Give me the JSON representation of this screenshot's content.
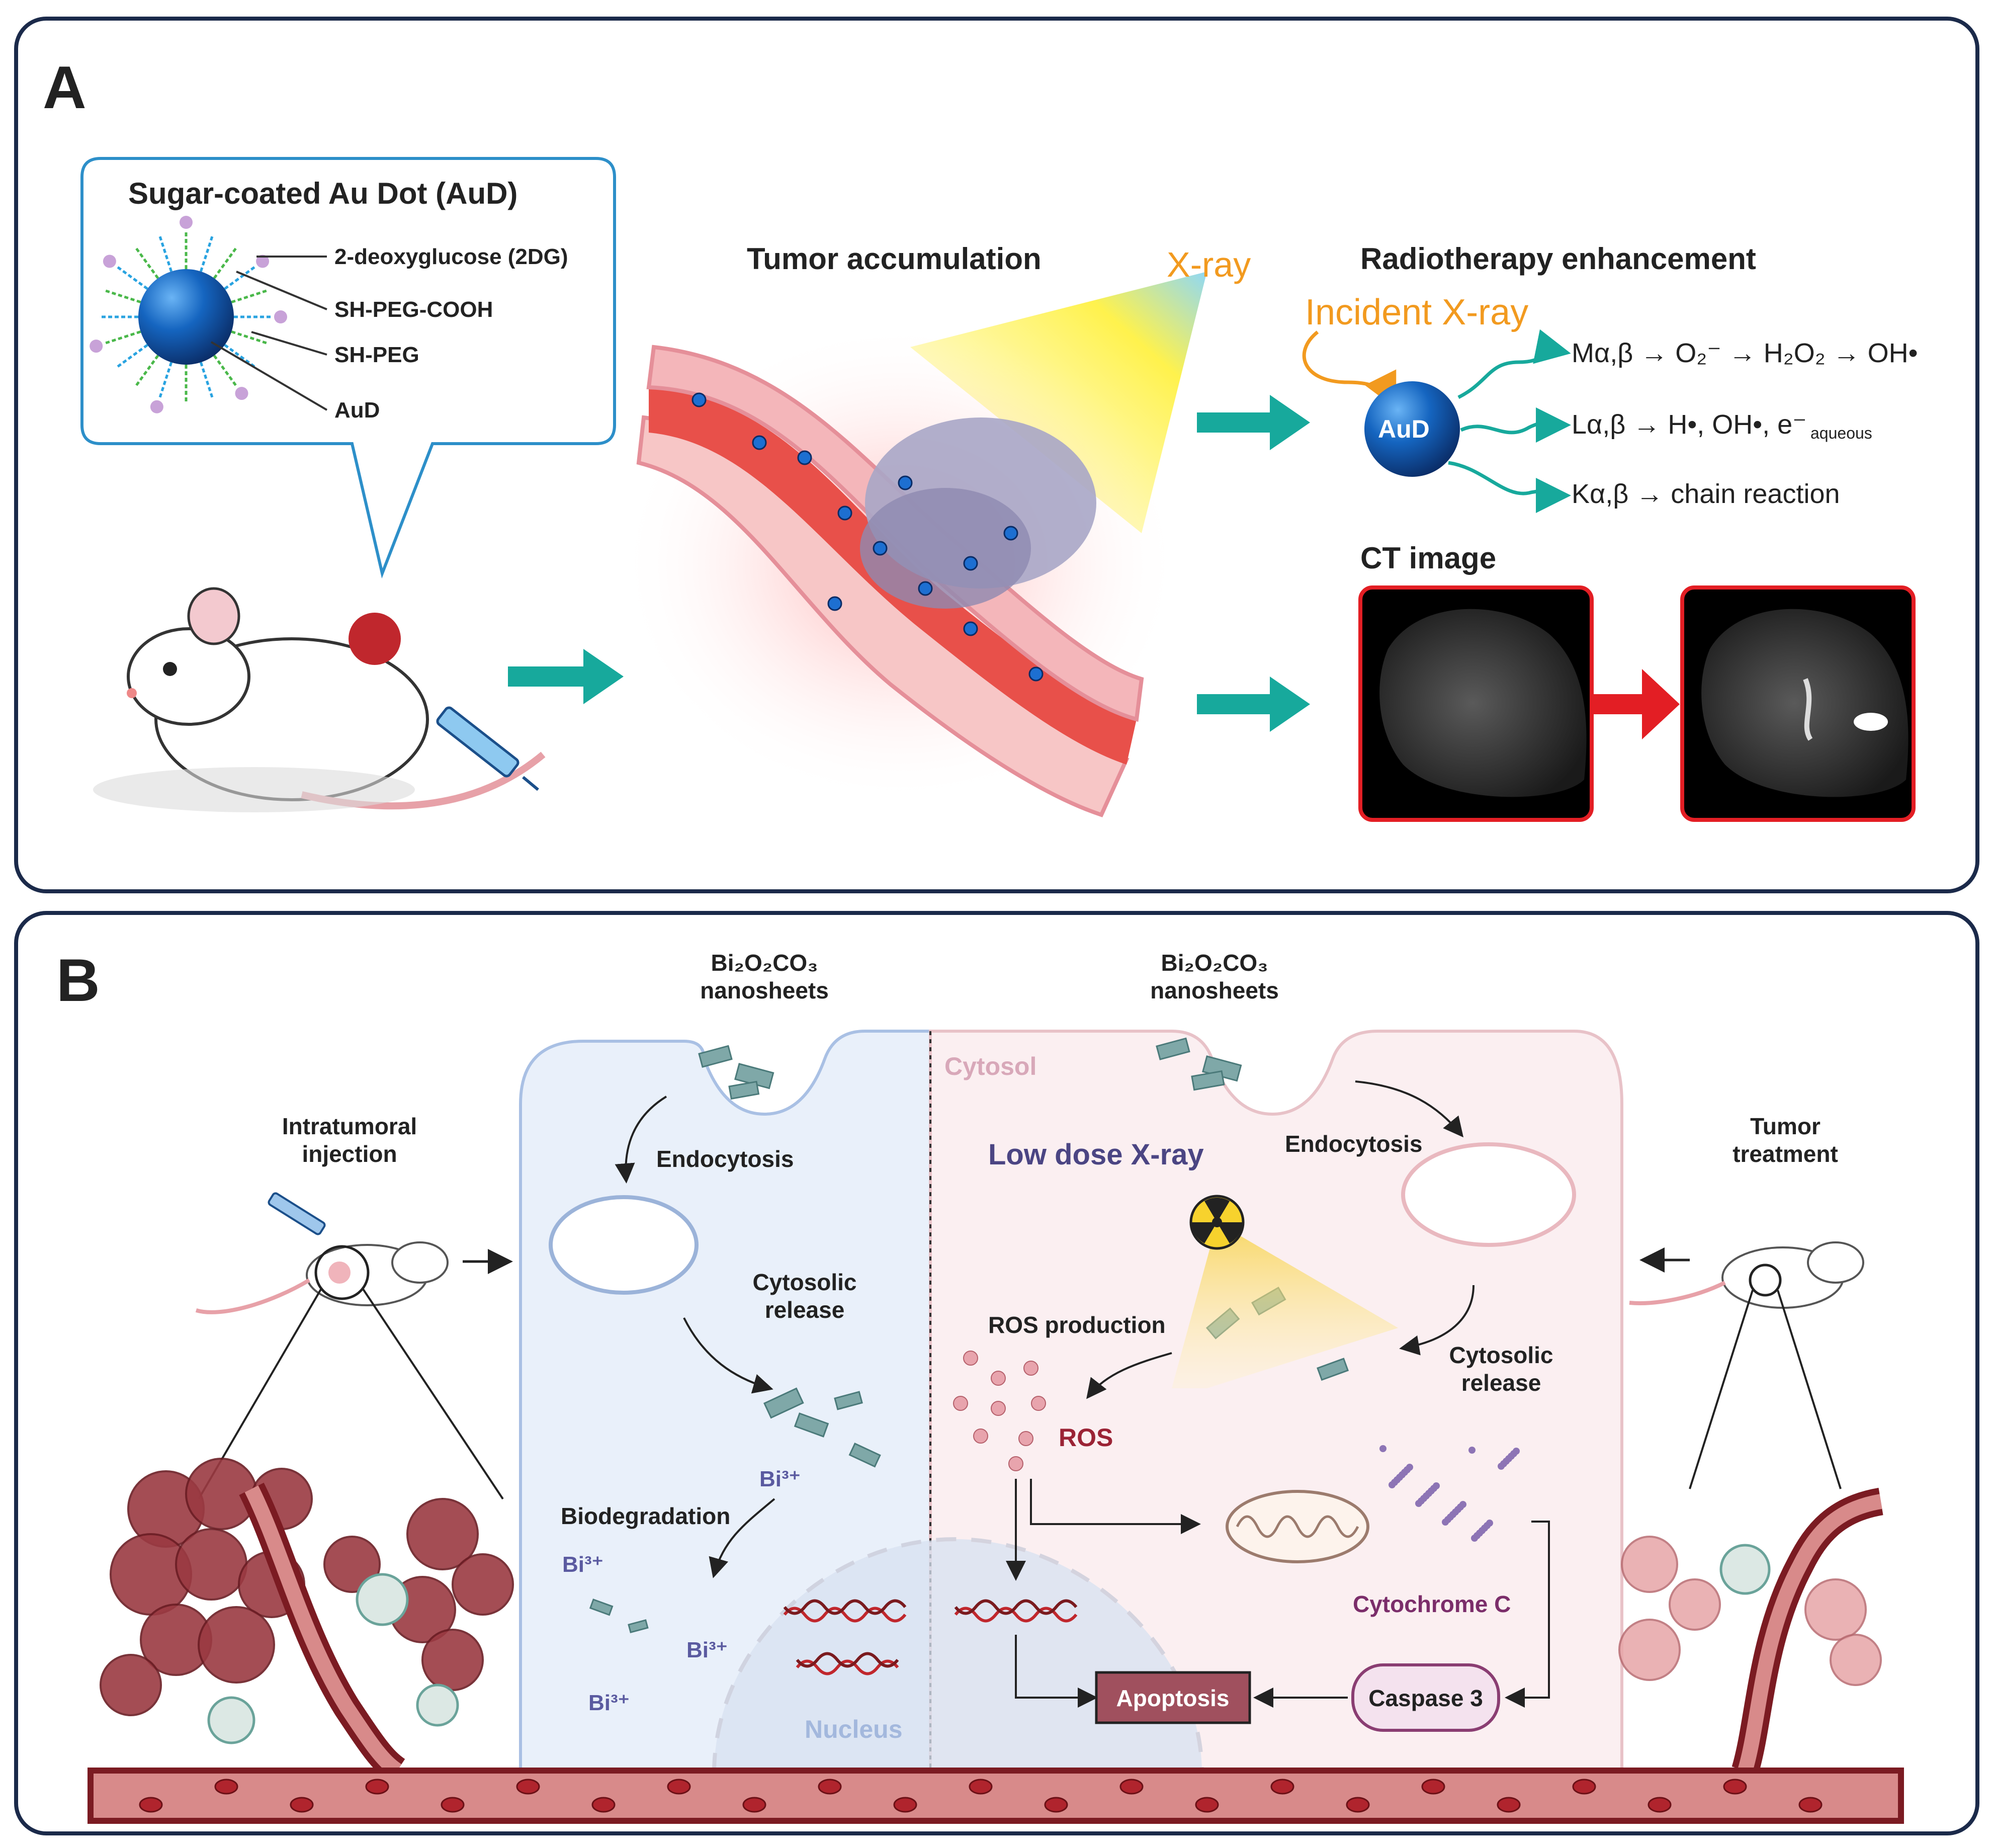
{
  "panel_a": {
    "label": "A",
    "aud_box": {
      "title": "Sugar-coated Au Dot (AuD)",
      "legend": [
        "2-deoxyglucose (2DG)",
        "SH-PEG-COOH",
        "SH-PEG",
        "AuD"
      ]
    },
    "tumor_accumulation": "Tumor accumulation",
    "xray": "X-ray",
    "radiotherapy": {
      "title": "Radiotherapy enhancement",
      "incident": "Incident X-ray",
      "particle": "AuD",
      "m_line": "Mα,β → O₂⁻  → H₂O₂ → OH•",
      "l_line_main": "Lα,β → H•, OH•, e⁻",
      "l_line_sub": "aqueous",
      "k_line": "Kα,β → chain reaction"
    },
    "ct_image": "CT image"
  },
  "panel_b": {
    "label": "B",
    "intratumoral": [
      "Intratumoral",
      "injection"
    ],
    "tumor_treatment": [
      "Tumor",
      "treatment"
    ],
    "nanosheets_left": [
      "Bi₂O₂CO₃",
      "nanosheets"
    ],
    "nanosheets_right": [
      "Bi₂O₂CO₃",
      "nanosheets"
    ],
    "cytosol": "Cytosol",
    "endocytosis_left": "Endocytosis",
    "endocytosis_right": "Endocytosis",
    "cytosolic_release_left": [
      "Cytosolic",
      "release"
    ],
    "cytosolic_release_right": [
      "Cytosolic",
      "release"
    ],
    "low_dose": "Low dose X-ray",
    "ros_production": "ROS production",
    "ros": "ROS",
    "biodegradation": "Biodegradation",
    "bi_ion": "Bi³⁺",
    "nucleus": "Nucleus",
    "cytochrome": "Cytochrome C",
    "caspase": "Caspase 3",
    "apoptosis": "Apoptosis"
  }
}
